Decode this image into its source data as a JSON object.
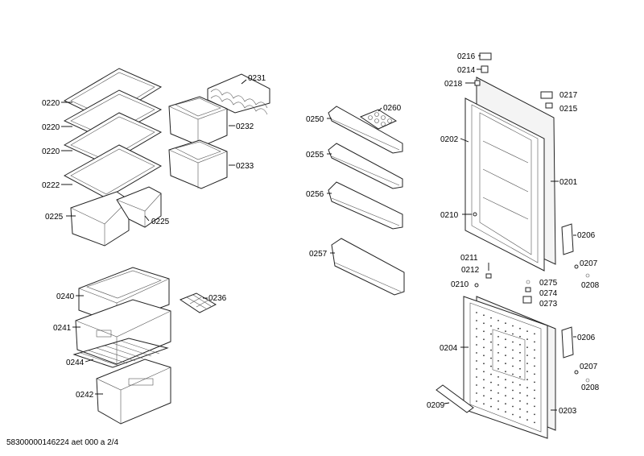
{
  "document_code": "58300000146224 aet 000 a 2/4",
  "parts": {
    "p0220a": "0220",
    "p0220b": "0220",
    "p0220c": "0220",
    "p0222": "0222",
    "p0225a": "0225",
    "p0225b": "0225",
    "p0231": "0231",
    "p0232": "0232",
    "p0233": "0233",
    "p0236": "0236",
    "p0240": "0240",
    "p0241": "0241",
    "p0242": "0242",
    "p0244": "0244",
    "p0250": "0250",
    "p0255": "0255",
    "p0256": "0256",
    "p0257": "0257",
    "p0260": "0260",
    "p0216": "0216",
    "p0214": "0214",
    "p0218": "0218",
    "p0217": "0217",
    "p0215": "0215",
    "p0202": "0202",
    "p0201": "0201",
    "p0210a": "0210",
    "p0210b": "0210",
    "p0206a": "0206",
    "p0206b": "0206",
    "p0211": "0211",
    "p0212": "0212",
    "p0207a": "0207",
    "p0207b": "0207",
    "p0208a": "0208",
    "p0208b": "0208",
    "p0275": "0275",
    "p0274": "0274",
    "p0273": "0273",
    "p0204": "0204",
    "p0203": "0203",
    "p0209": "0209"
  }
}
